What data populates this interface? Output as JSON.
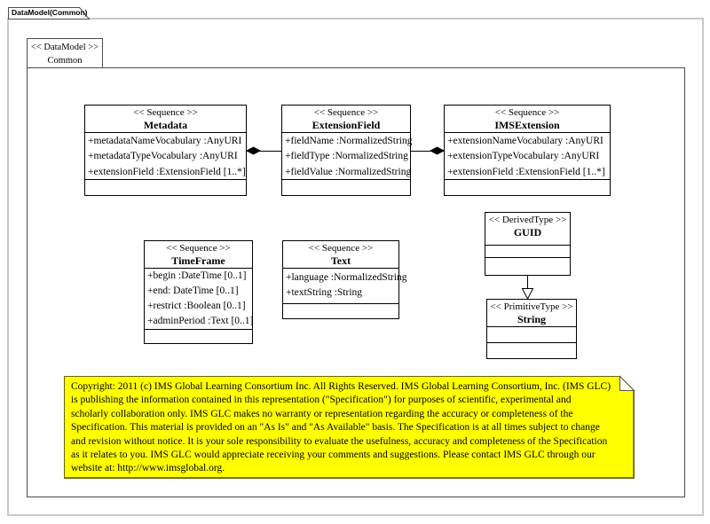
{
  "window": {
    "tab_label": "DataModel(Common)"
  },
  "frame": {
    "stereotype": "<< DataModel >>",
    "name": "Common"
  },
  "classes": {
    "metadata": {
      "stereotype": "<< Sequence >>",
      "name": "Metadata",
      "attributes": [
        "+metadataNameVocabulary :AnyURI",
        "+metadataTypeVocabulary :AnyURI",
        "+extensionField :ExtensionField [1..*]"
      ]
    },
    "extension_field": {
      "stereotype": "<< Sequence >>",
      "name": "ExtensionField",
      "attributes": [
        "+fieldName :NormalizedString",
        "+fieldType :NormalizedString",
        "+fieldValue :NormalizedString"
      ]
    },
    "ims_extension": {
      "stereotype": "<< Sequence >>",
      "name": "IMSExtension",
      "attributes": [
        "+extensionNameVocabulary :AnyURI",
        "+extensionTypeVocabulary :AnyURI",
        "+extensionField :ExtensionField [1..*]"
      ]
    },
    "time_frame": {
      "stereotype": "<< Sequence >>",
      "name": "TimeFrame",
      "attributes": [
        "+begin :DateTime [0..1]",
        "+end: DateTime [0..1]",
        "+restrict :Boolean [0..1]",
        "+adminPeriod :Text [0..1]"
      ]
    },
    "text": {
      "stereotype": "<< Sequence >>",
      "name": "Text",
      "attributes": [
        "+language :NormalizedString",
        "+textString :String"
      ]
    },
    "guid": {
      "stereotype": "<< DerivedType >>",
      "name": "GUID",
      "attributes": []
    },
    "string": {
      "stereotype": "<< PrimitiveType >>",
      "name": "String",
      "attributes": []
    }
  },
  "relationships": [
    {
      "type": "composition",
      "whole": "Metadata",
      "part": "ExtensionField"
    },
    {
      "type": "composition",
      "whole": "IMSExtension",
      "part": "ExtensionField"
    },
    {
      "type": "generalization",
      "from": "GUID",
      "to": "String"
    }
  ],
  "note": {
    "lines": [
      "Copyright: 2011 (c) IMS Global Learning Consortium Inc.  All Rights Reserved.  IMS Global Learning Consortium, Inc. (IMS GLC)",
      "is publishing the information contained in this representation (\"Specification\") for purposes of scientific, experimental and",
      "scholarly collaboration only.  IMS GLC makes no warranty or representation regarding  the accuracy or completeness of the",
      "Specification.  This material is provided on an \"As Is\" and \"As Available\" basis.  The Specification is at all times subject to change",
      "and revision without notice.  It is your sole responsibility to evaluate the usefulness, accuracy and completeness of the Specification",
      "as it relates to you.  IMS GLC would appreciate receiving your comments and suggestions.  Please contact IMS GLC through our",
      "website at: http://www.imsglobal.org."
    ]
  },
  "colors": {
    "note_fill": "#ffff00",
    "note_border": "#6b6414",
    "box_border": "#000000",
    "frame_border": "#4d4d4d",
    "window_border": "#c9c9c9"
  }
}
